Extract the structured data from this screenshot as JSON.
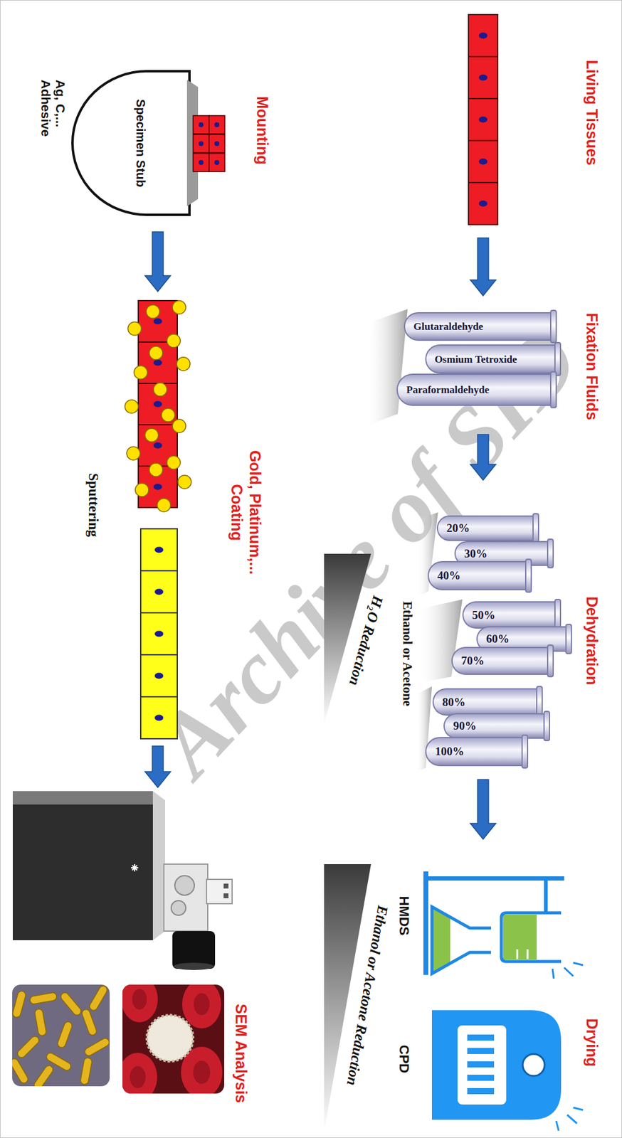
{
  "diagram": {
    "nodes": [
      {
        "text": [
          "Living Tissues"
        ]
      },
      {
        "text": [
          "Fixation Fluids"
        ]
      },
      {
        "text": [
          "Glutaraldehyde"
        ],
        "in": 1
      },
      {
        "text": [
          "Osmium Tetroxide"
        ],
        "in": 1
      },
      {
        "text": [
          "Paraformaldehyde"
        ],
        "in": 1
      },
      {
        "text": [
          "Dehydration"
        ]
      },
      {
        "text": [
          "20%"
        ],
        "in": 5
      },
      {
        "text": [
          "30%"
        ],
        "in": 5
      },
      {
        "text": [
          "40%"
        ],
        "in": 5
      },
      {
        "text": [
          "50%"
        ],
        "in": 5
      },
      {
        "text": [
          "60%"
        ],
        "in": 5
      },
      {
        "text": [
          "70%"
        ],
        "in": 5
      },
      {
        "text": [
          "80%"
        ],
        "in": 5
      },
      {
        "text": [
          "90%"
        ],
        "in": 5
      },
      {
        "text": [
          "100%"
        ],
        "in": 5
      },
      {
        "text": [
          "Drying"
        ]
      },
      {
        "text": [
          "HMDS"
        ],
        "in": 15
      },
      {
        "text": [
          "CPD"
        ],
        "in": 15
      },
      {
        "text": [
          "Mounting"
        ]
      },
      {
        "text": [
          "Specimen Stub"
        ],
        "in": 18
      },
      {
        "text": [
          "Gold, Platinum,... Coating"
        ]
      },
      {
        "text": [
          "SEM Analysis"
        ]
      }
    ],
    "edges": [
      {
        "from": 0,
        "to": 1,
        "arrow": "to"
      },
      {
        "from": 1,
        "to": 5,
        "arrow": "to"
      },
      {
        "from": 5,
        "to": 15,
        "arrow": "to"
      },
      {
        "from": 18,
        "to": 20,
        "arrow": "to"
      },
      {
        "from": 20,
        "to": 21,
        "arrow": "to"
      }
    ],
    "labels": [
      "Ethanol or Acetone",
      "H₂O Reduction",
      "Ethanol or Acetone Reduction",
      "Ag, C,... Adhesive",
      "Sputtering",
      "Archive of SID"
    ]
  }
}
